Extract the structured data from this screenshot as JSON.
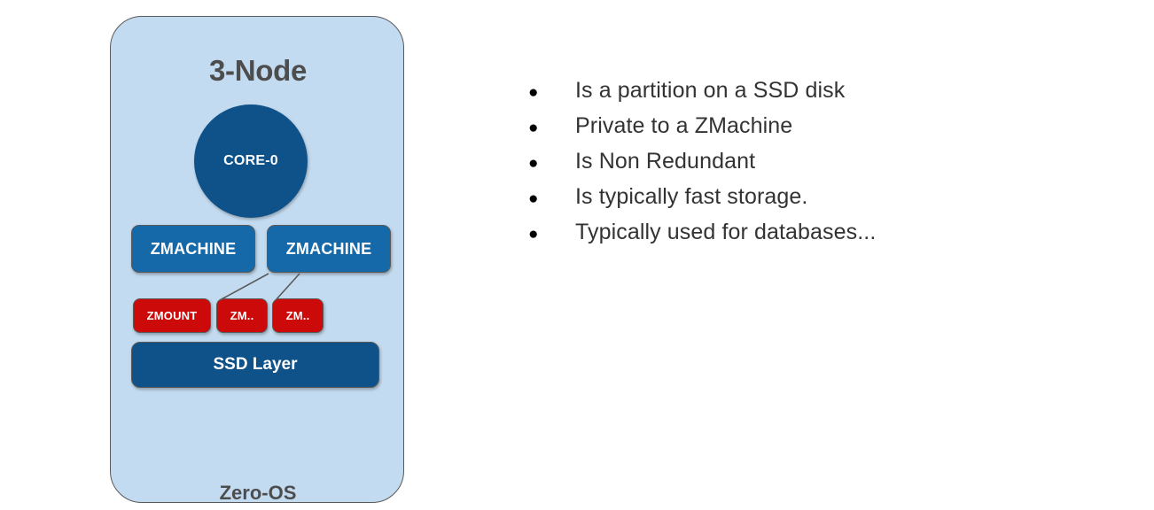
{
  "slide": {
    "node_panel": {
      "title": "3-Node",
      "os_label": "Zero-OS",
      "panel_color": "#c3dbf0",
      "border_color": "#595959"
    },
    "core": {
      "label": "CORE-0",
      "color": "#0f5289"
    },
    "zmachines": [
      {
        "label": "ZMACHINE",
        "color": "#1669a8"
      },
      {
        "label": "ZMACHINE",
        "color": "#1669a8"
      }
    ],
    "zmounts": [
      {
        "label": "ZMOUNT",
        "color": "#cc0a0a"
      },
      {
        "label": "ZM..",
        "color": "#cc0a0a"
      },
      {
        "label": "ZM..",
        "color": "#cc0a0a"
      }
    ],
    "storage_layer": {
      "label": "SSD Layer",
      "color": "#0f5289"
    },
    "bullets": [
      {
        "marker": "●",
        "text": "Is a partition on a SSD disk"
      },
      {
        "marker": "●",
        "text": "Private to a ZMachine"
      },
      {
        "marker": "●",
        "text": "Is Non Redundant"
      },
      {
        "marker": "●",
        "text": "Is typically fast storage."
      },
      {
        "marker": "●",
        "text": "Typically used for databases..."
      }
    ]
  }
}
